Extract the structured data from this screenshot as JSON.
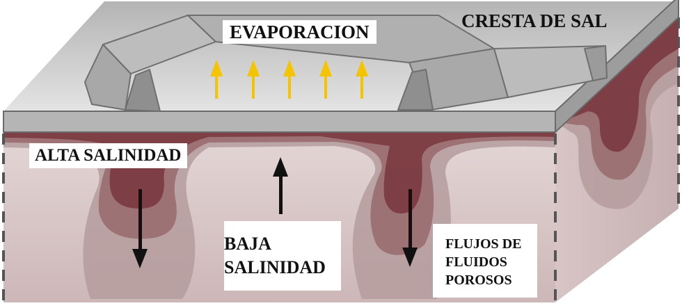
{
  "labels": {
    "evaporation": "EVAPORACION",
    "salt_crest": "CRESTA DE SAL",
    "high_salinity": "ALTA SALINIDAD",
    "low_salinity": [
      "BAJA",
      "SALINIDAD"
    ],
    "porous_flow": [
      "FLUJOS DE",
      "FLUIDOS",
      "POROSOS"
    ]
  },
  "colors": {
    "salt_surface": "#c9c9c9",
    "salt_ridge": "#a3a3a3",
    "sediment": "#dcc9c9",
    "plume_light": "#b59c9d",
    "plume_mid": "#9a6d70",
    "plume_dark": "#7a3a40",
    "evaporation_arrow": "#f5c400"
  },
  "icons": {
    "evaporation": "up-arrow",
    "low_salinity_flow": "up-arrow",
    "high_salinity_flow": "down-arrow"
  }
}
